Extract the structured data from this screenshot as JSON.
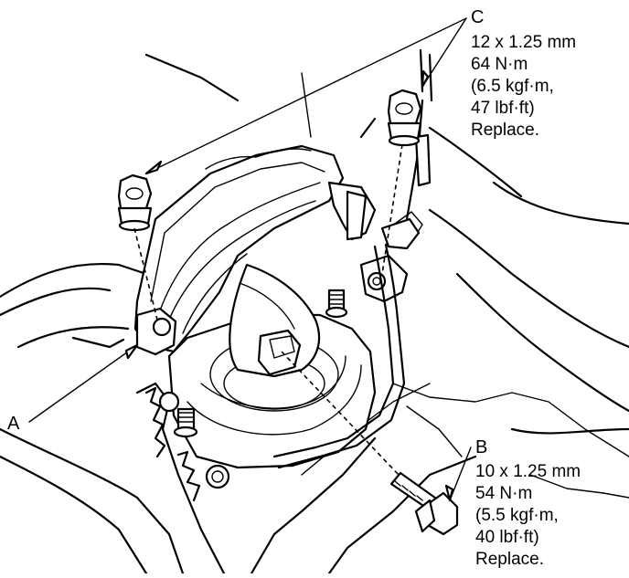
{
  "callouts": {
    "a": {
      "letter": "A"
    },
    "b": {
      "letter": "B",
      "lines": [
        "10 x 1.25 mm",
        "54 N·m",
        "(5.5 kgf·m,",
        "40 lbf·ft)",
        "Replace."
      ]
    },
    "c": {
      "letter": "C",
      "lines": [
        "12 x 1.25 mm",
        "64 N·m",
        "(6.5 kgf·m,",
        "47 lbf·ft)",
        "Replace."
      ]
    }
  }
}
